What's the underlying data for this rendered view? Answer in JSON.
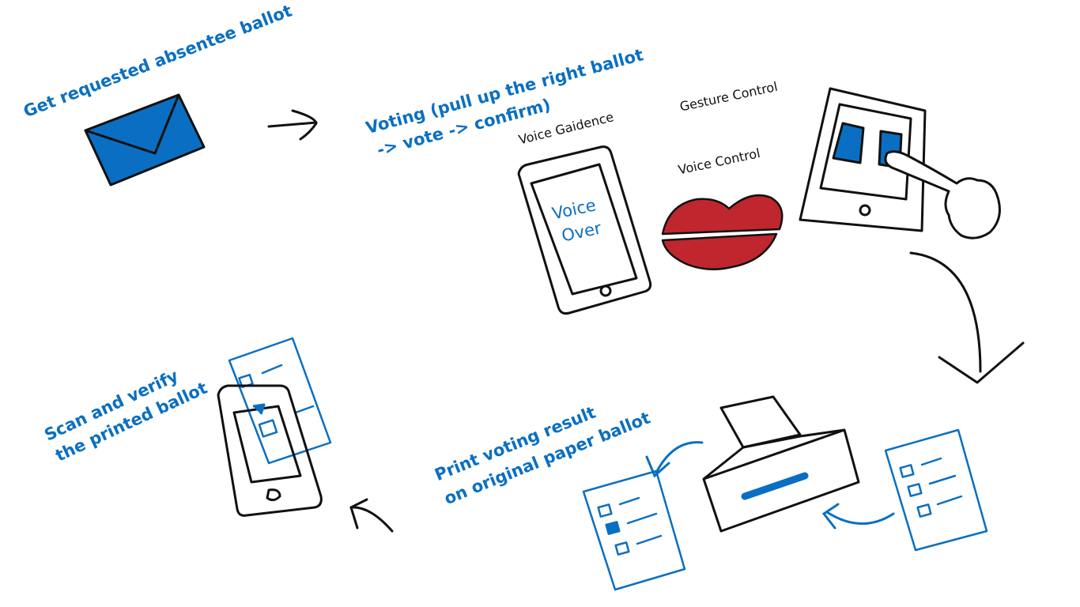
{
  "steps": {
    "get_ballot": "Get requested absentee ballot",
    "voting_line1": "Voting (pull up the right ballot",
    "voting_line2": "-> vote -> confirm)",
    "print_line1": "Print voting result",
    "print_line2": "on original paper ballot",
    "scan_line1": "Scan and verify",
    "scan_line2": "the printed ballot"
  },
  "features": {
    "voice_guidance": "Voice Gaidence",
    "gesture_control": "Gesture Control",
    "voice_control": "Voice Control"
  },
  "phone_screen": {
    "line1": "Voice",
    "line2": "Over"
  },
  "colors": {
    "accent_blue": "#0a6fc2",
    "lips_red": "#c0262d",
    "ink": "#111111"
  },
  "icons": [
    "envelope-icon",
    "phone-icon",
    "lips-icon",
    "tablet-icon",
    "printer-icon",
    "ballot-icon",
    "arrow-icon"
  ]
}
